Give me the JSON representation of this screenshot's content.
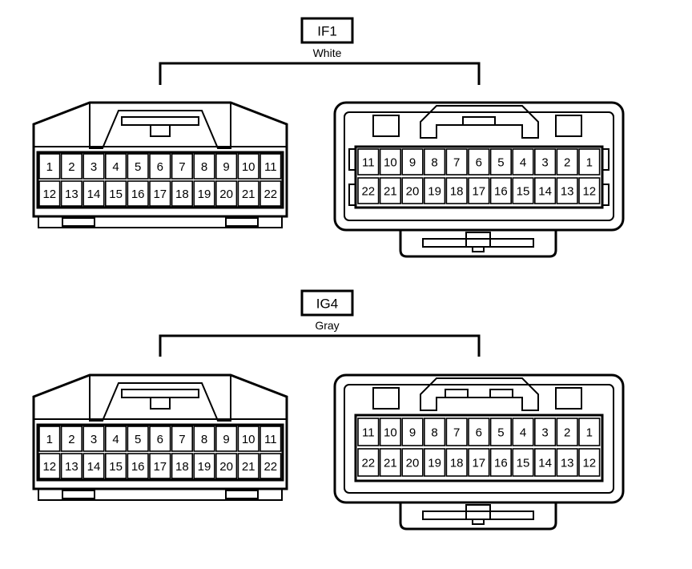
{
  "connectors": [
    {
      "id": "IF1",
      "color": "White",
      "male_rows": [
        [
          "1",
          "2",
          "3",
          "4",
          "5",
          "6",
          "7",
          "8",
          "9",
          "10",
          "11"
        ],
        [
          "12",
          "13",
          "14",
          "15",
          "16",
          "17",
          "18",
          "19",
          "20",
          "21",
          "22"
        ]
      ],
      "female_rows": [
        [
          "11",
          "10",
          "9",
          "8",
          "7",
          "6",
          "5",
          "4",
          "3",
          "2",
          "1"
        ],
        [
          "22",
          "21",
          "20",
          "19",
          "18",
          "17",
          "16",
          "15",
          "14",
          "13",
          "12"
        ]
      ]
    },
    {
      "id": "IG4",
      "color": "Gray",
      "male_rows": [
        [
          "1",
          "2",
          "3",
          "4",
          "5",
          "6",
          "7",
          "8",
          "9",
          "10",
          "11"
        ],
        [
          "12",
          "13",
          "14",
          "15",
          "16",
          "17",
          "18",
          "19",
          "20",
          "21",
          "22"
        ]
      ],
      "female_rows": [
        [
          "11",
          "10",
          "9",
          "8",
          "7",
          "6",
          "5",
          "4",
          "3",
          "2",
          "1"
        ],
        [
          "22",
          "21",
          "20",
          "19",
          "18",
          "17",
          "16",
          "15",
          "14",
          "13",
          "12"
        ]
      ]
    }
  ]
}
